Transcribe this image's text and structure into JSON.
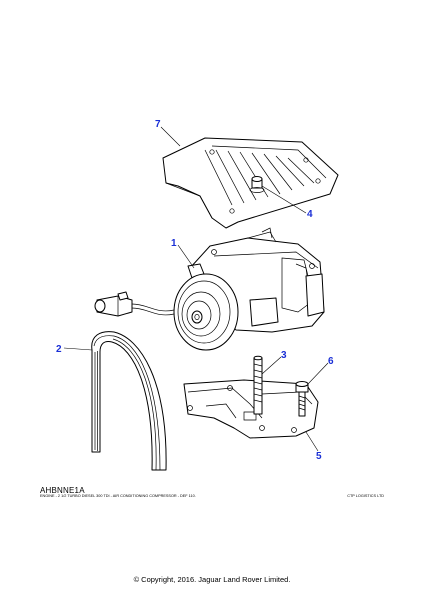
{
  "diagram": {
    "callouts": [
      {
        "id": "7",
        "part": "engine-cover"
      },
      {
        "id": "4",
        "part": "cover-fixing"
      },
      {
        "id": "1",
        "part": "ac-compressor"
      },
      {
        "id": "2",
        "part": "drive-belt"
      },
      {
        "id": "3",
        "part": "stud"
      },
      {
        "id": "6",
        "part": "bolt"
      },
      {
        "id": "5",
        "part": "mounting-bracket"
      }
    ]
  },
  "footer": {
    "reference_code": "AHBNNE1A",
    "caption": "ENGINE - 2 1/2 TURBO DIESEL 300 TDI - AIR CONDITIONING COMPRESSOR - DEF 110.",
    "vendor": "CTP LOGISTICS LTD",
    "copyright": "© Copyright, 2016. Jaguar Land Rover Limited."
  }
}
